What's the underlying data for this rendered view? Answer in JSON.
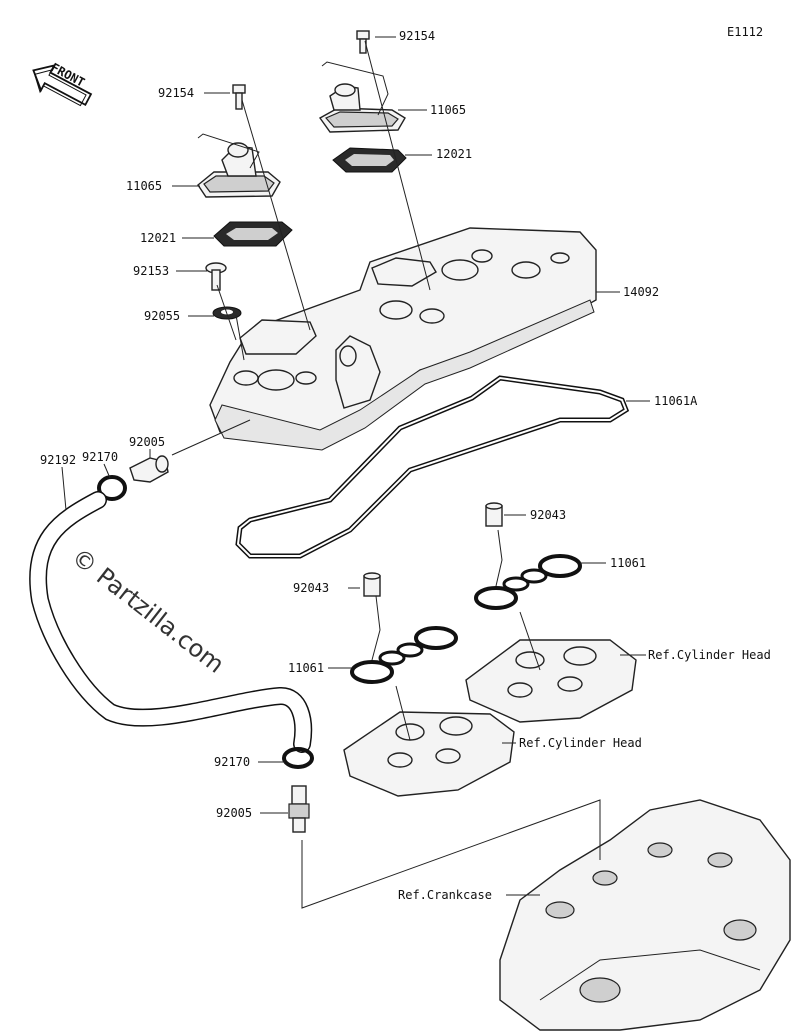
{
  "diagram_code": "E1112",
  "front_label": "FRONT",
  "watermark": "© Partzilla.com",
  "callouts": [
    {
      "id": "c-92154-a",
      "text": "92154"
    },
    {
      "id": "c-92154-b",
      "text": "92154"
    },
    {
      "id": "c-11065-a",
      "text": "11065"
    },
    {
      "id": "c-11065-b",
      "text": "11065"
    },
    {
      "id": "c-12021-a",
      "text": "12021"
    },
    {
      "id": "c-12021-b",
      "text": "12021"
    },
    {
      "id": "c-92153",
      "text": "92153"
    },
    {
      "id": "c-92055",
      "text": "92055"
    },
    {
      "id": "c-14092",
      "text": "14092"
    },
    {
      "id": "c-11061A",
      "text": "11061A"
    },
    {
      "id": "c-92005-a",
      "text": "92005"
    },
    {
      "id": "c-92170-a",
      "text": "92170"
    },
    {
      "id": "c-92192",
      "text": "92192"
    },
    {
      "id": "c-92043-a",
      "text": "92043"
    },
    {
      "id": "c-11061-a",
      "text": "11061"
    },
    {
      "id": "c-92043-b",
      "text": "92043"
    },
    {
      "id": "c-11061-b",
      "text": "11061"
    },
    {
      "id": "c-refcyl-a",
      "text": "Ref.Cylinder Head"
    },
    {
      "id": "c-refcyl-b",
      "text": "Ref.Cylinder Head"
    },
    {
      "id": "c-92170-b",
      "text": "92170"
    },
    {
      "id": "c-92005-b",
      "text": "92005"
    },
    {
      "id": "c-refcrank",
      "text": "Ref.Crankcase"
    }
  ]
}
